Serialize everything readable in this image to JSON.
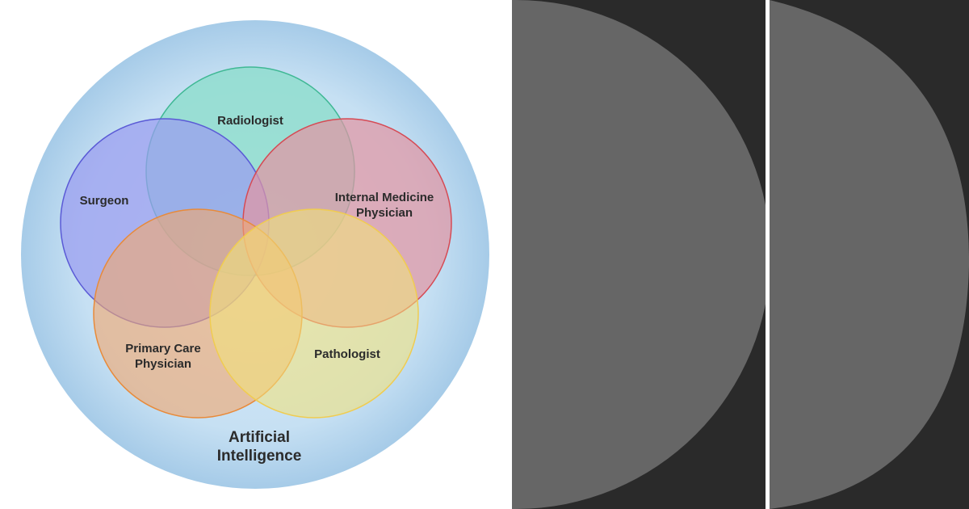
{
  "diagram": {
    "outer_label_line1": "Artificial",
    "outer_label_line2": "Intelligence",
    "sets": {
      "radiologist": {
        "label": "Radiologist",
        "fill": "#86dcc8",
        "stroke": "#3fb894"
      },
      "surgeon": {
        "label": "Surgeon",
        "fill": "#9a9cf0",
        "stroke": "#5a5ad6"
      },
      "internal_medicine": {
        "label_line1": "Internal Medicine",
        "label_line2": "Physician",
        "fill": "#e096a4",
        "stroke": "#d64a54"
      },
      "primary_care": {
        "label_line1": "Primary Care",
        "label_line2": "Physician",
        "fill": "#f0a870",
        "stroke": "#e88a3a"
      },
      "pathologist": {
        "label": "Pathologist",
        "fill": "#f2e27a",
        "stroke": "#f0cc50"
      }
    },
    "colors": {
      "ai_circle_center": "#d4e8f7",
      "ai_circle_edge": "#a8cde9",
      "dark_background": "#2a2a2a",
      "gray_disc": "#666666"
    }
  }
}
